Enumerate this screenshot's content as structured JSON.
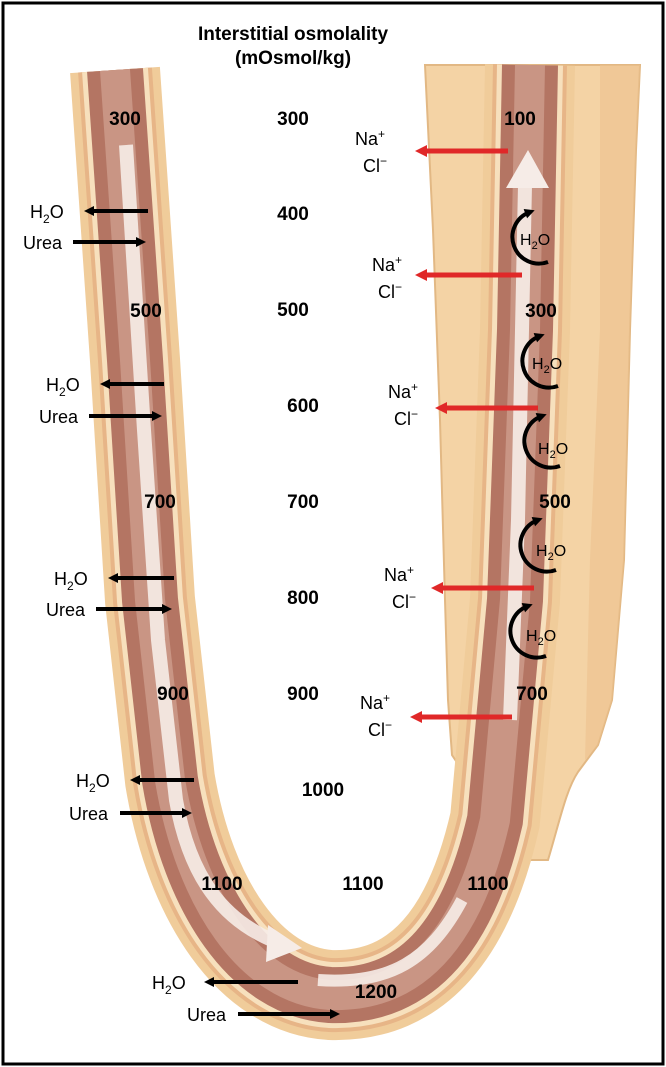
{
  "title": {
    "line1": "Interstitial osmolality",
    "line2": "(mOsmol/kg)"
  },
  "interstitial_values": [
    "300",
    "400",
    "500",
    "600",
    "700",
    "800",
    "900",
    "1000",
    "1100",
    "1200"
  ],
  "descending_limb_values": [
    "300",
    "500",
    "700",
    "900",
    "1100"
  ],
  "ascending_limb_values": [
    "100",
    "300",
    "500",
    "700",
    "1100"
  ],
  "descending_exchange": {
    "water_label_main": "H",
    "water_label_sub": "2",
    "water_label_end": "O",
    "urea_label": "Urea"
  },
  "ascending_exchange": {
    "sodium_main": "Na",
    "sodium_sup": "+",
    "chloride_main": "Cl",
    "chloride_sup": "−"
  },
  "colors": {
    "outer_tube": "#f2cf9f",
    "tube_wall": "#e8b888",
    "inner_lumen": "#b97a68",
    "lumen_center": "#c98f80",
    "flow_arrow": "#f6ece7",
    "na_cl_arrow": "#e02828",
    "exchange_arrow": "#000000",
    "border": "#000000"
  },
  "icons": [
    "left-arrow-icon",
    "right-arrow-icon",
    "red-left-arrow-icon",
    "curved-arrow-icon",
    "flow-arrow-icon"
  ]
}
